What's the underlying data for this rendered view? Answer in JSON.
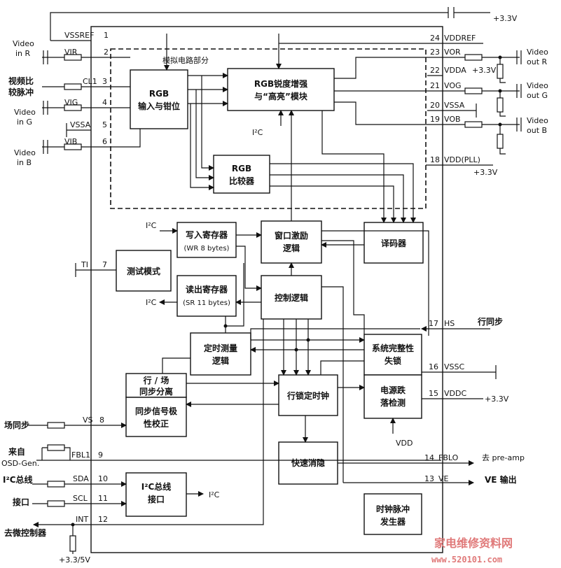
{
  "labels": {
    "analog_section": "模拟电路部分",
    "rgb_input_1": "RGB",
    "rgb_input_2": "输入与钳位",
    "rgb_enh_1": "RGB锐度增强",
    "rgb_enh_2": "与“高亮”模块",
    "i2c_enh": "I²C",
    "rgb_cmp_1": "RGB",
    "rgb_cmp_2": "比较器",
    "i2c_wr": "I²C",
    "wr_reg_1": "写入寄存器",
    "wr_reg_2": "(WR 8 bytes)",
    "win_1": "窗口激励",
    "win_2": "逻辑",
    "decoder": "译码器",
    "test_mode": "测试模式",
    "rd_reg_1": "读出寄存器",
    "rd_reg_2": "(SR 11 bytes)",
    "i2c_rd": "I²C",
    "ctrl_logic": "控制逻辑",
    "timing_1": "定时测量",
    "timing_2": "逻辑",
    "sys_1": "系统完整性",
    "sys_2": "失锁",
    "hv_sep_1": "行 / 场",
    "hv_sep_2": "同步分离",
    "sync_pol_1": "同步信号极",
    "sync_pol_2": "性校正",
    "line_clock": "行锁定时钟",
    "pwr_1": "电源跌",
    "pwr_2": "落检测",
    "vdd_label": "VDD",
    "fast_blank": "快速消隐",
    "i2c_if_1": "I²C总线",
    "i2c_if_2": "接口",
    "i2c_out": "I²C",
    "clock_gen_1": "时钟脉冲",
    "clock_gen_2": "发生器"
  },
  "pins_left": [
    {
      "num": "1",
      "name": "VSSREF"
    },
    {
      "num": "2",
      "name": "VIR"
    },
    {
      "num": "3",
      "name": "CL1"
    },
    {
      "num": "4",
      "name": "VIG"
    },
    {
      "num": "5",
      "name": "VSSA"
    },
    {
      "num": "6",
      "name": "VIB"
    },
    {
      "num": "7",
      "name": "TI"
    },
    {
      "num": "8",
      "name": "VS"
    },
    {
      "num": "9",
      "name": "FBL1"
    },
    {
      "num": "10",
      "name": "SDA"
    },
    {
      "num": "11",
      "name": "SCL"
    },
    {
      "num": "12",
      "name": "INT"
    }
  ],
  "pins_right": [
    {
      "num": "24",
      "name": "VDDREF"
    },
    {
      "num": "23",
      "name": "VOR"
    },
    {
      "num": "22",
      "name": "VDDA"
    },
    {
      "num": "21",
      "name": "VOG"
    },
    {
      "num": "20",
      "name": "VSSA"
    },
    {
      "num": "19",
      "name": "VOB"
    },
    {
      "num": "18",
      "name": "VDD(PLL)"
    },
    {
      "num": "17",
      "name": "HS"
    },
    {
      "num": "16",
      "name": "VSSC"
    },
    {
      "num": "15",
      "name": "VDDC"
    },
    {
      "num": "14",
      "name": "FBLO"
    },
    {
      "num": "13",
      "name": "VE"
    }
  ],
  "external": {
    "supply_top": "+3.3V",
    "video_in_r_1": "Video",
    "video_in_r_2": "in  R",
    "video_cmp_1": "视频比",
    "video_cmp_2": "较脉冲",
    "video_in_g_1": "Video",
    "video_in_g_2": "in  G",
    "video_in_b_1": "Video",
    "video_in_b_2": "in  B",
    "video_out_r_1": "Video",
    "video_out_r_2": "out R",
    "vdda_supply": "+3.3V",
    "video_out_g_1": "Video",
    "video_out_g_2": "out G",
    "video_out_b_1": "Video",
    "video_out_b_2": "out B",
    "pll_supply": "+3.3V",
    "hsync": "行同步",
    "vddc_supply": "+3.3V",
    "vsync": "场同步",
    "from_osd_1": "来自",
    "from_osd_2": "OSD-Gen.",
    "to_preamp": "去 pre-amp",
    "ve_out": "VE 输出",
    "i2c_bus_1": "I²C总线",
    "i2c_bus_2": "接口",
    "to_mcu": "去微控制器",
    "int_supply": "+3.3/5V"
  },
  "watermark": {
    "cn": "家电维修资料网",
    "url": "www.520101.com"
  }
}
